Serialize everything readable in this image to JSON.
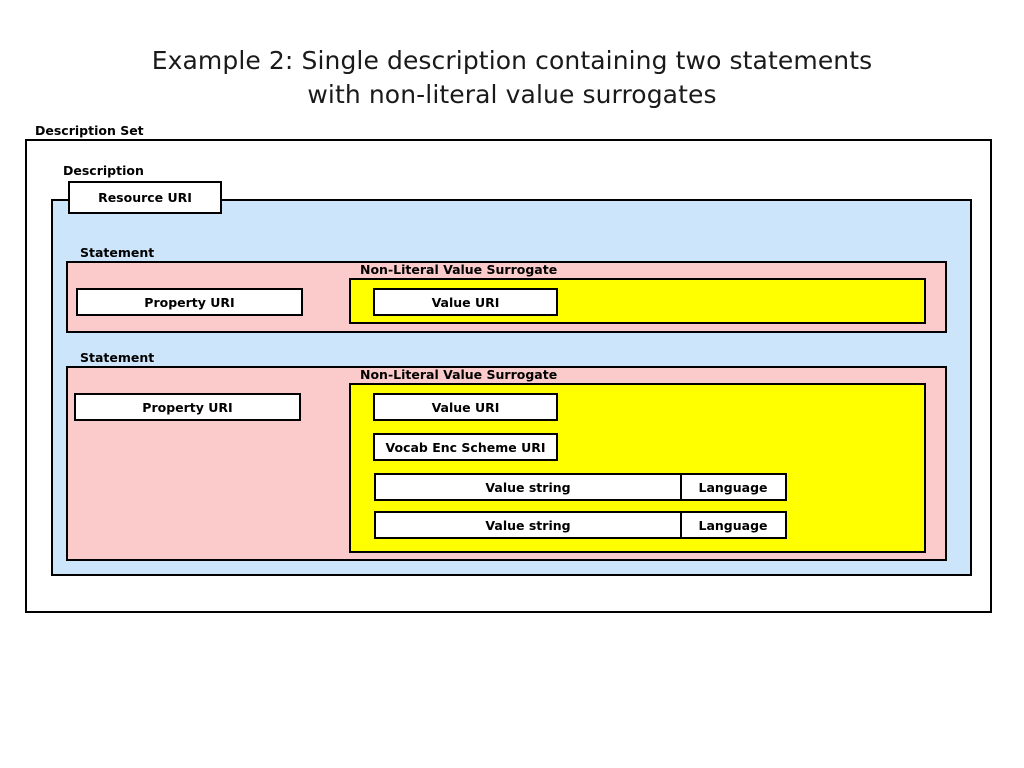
{
  "title": {
    "line1": "Example 2: Single description containing two statements",
    "line2": "with non-literal value surrogates"
  },
  "colors": {
    "description_set_fill": "#ffffff",
    "description_fill": "#cce5fa",
    "statement_fill": "#fbcbcb",
    "surrogate_fill": "#ffff00",
    "box_fill": "#ffffff",
    "stroke": "#000000"
  },
  "diagram": {
    "type": "nested-box-diagram",
    "description_set": {
      "caption": "Description Set",
      "description": {
        "caption": "Description",
        "resource_uri_label": "Resource URI",
        "statements": [
          {
            "caption": "Statement",
            "property_uri_label": "Property URI",
            "surrogate": {
              "caption": "Non-Literal Value Surrogate",
              "value_uri_label": "Value URI",
              "vocab_enc_scheme_uri_label": null,
              "literals": []
            }
          },
          {
            "caption": "Statement",
            "property_uri_label": "Property URI",
            "surrogate": {
              "caption": "Non-Literal Value Surrogate",
              "value_uri_label": "Value URI",
              "vocab_enc_scheme_uri_label": "Vocab Enc Scheme URI",
              "literals": [
                {
                  "value_string_label": "Value string",
                  "language_label": "Language"
                },
                {
                  "value_string_label": "Value string",
                  "language_label": "Language"
                }
              ]
            }
          }
        ]
      }
    }
  }
}
